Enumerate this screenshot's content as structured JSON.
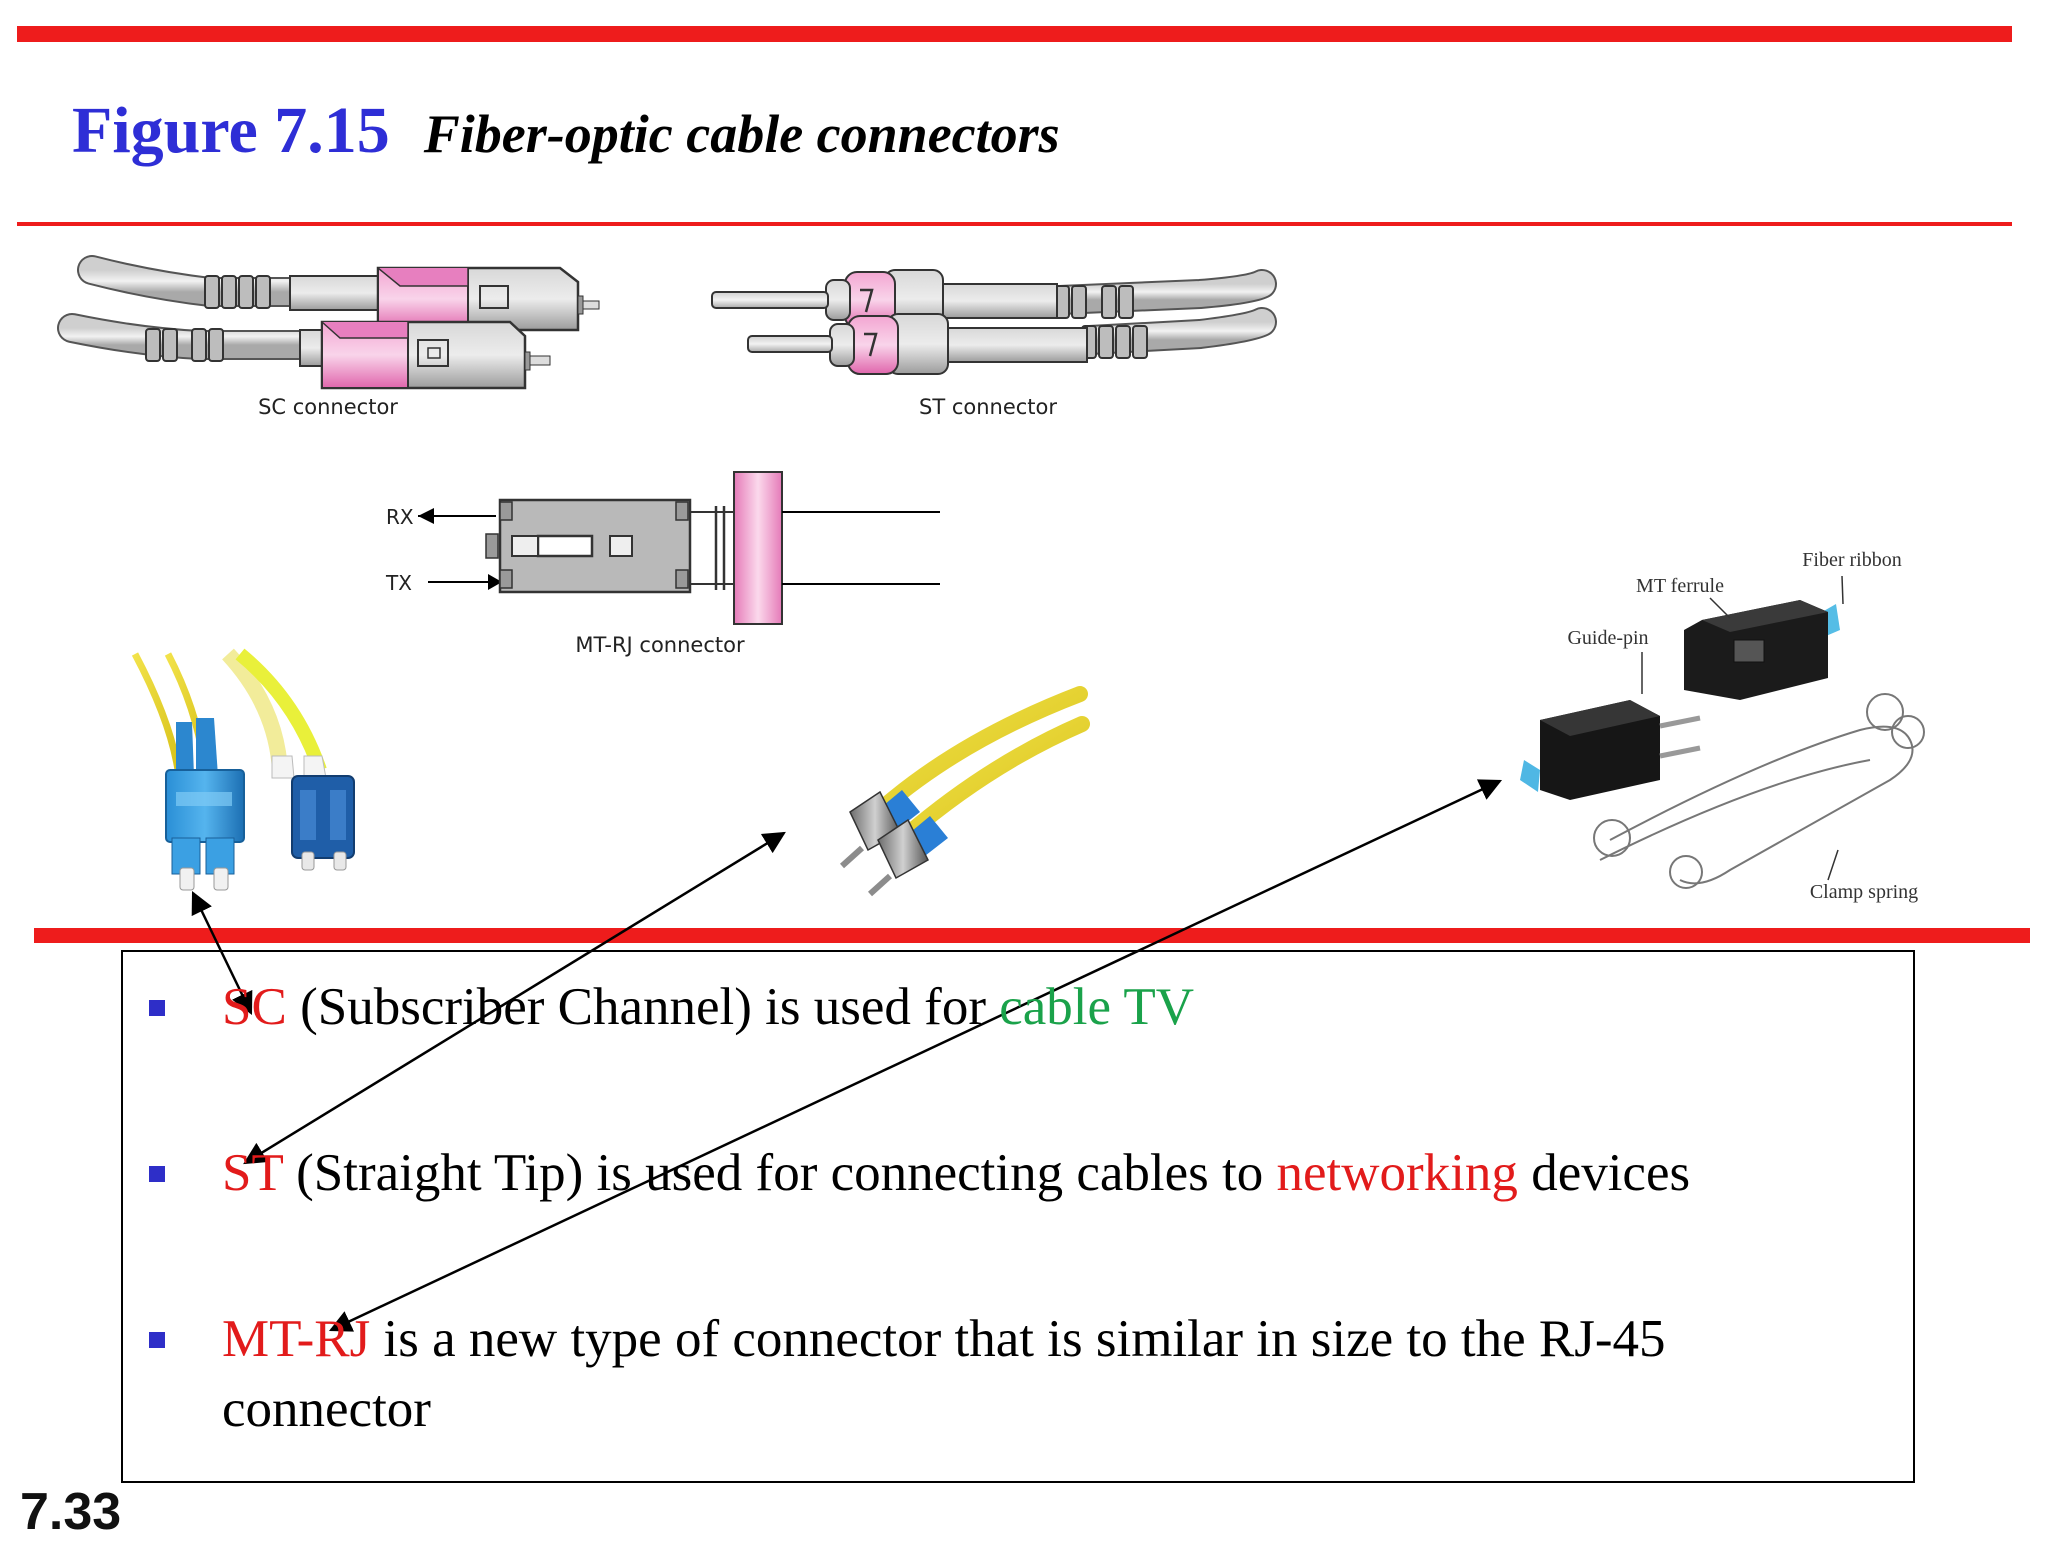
{
  "title": {
    "figure_number": "Figure 7.15",
    "caption": "Fiber-optic cable connectors"
  },
  "diagram": {
    "sc_label": "SC connector",
    "st_label": "ST connector",
    "mtrj_label": "MT-RJ connector",
    "rx_label": "RX",
    "tx_label": "TX"
  },
  "mt_photo": {
    "fiber_ribbon": "Fiber ribbon",
    "mt_ferrule": "MT ferrule",
    "guide_pin": "Guide-pin",
    "clamp_spring": "Clamp spring"
  },
  "bullets": {
    "sc": {
      "term": "SC",
      "text": " (Subscriber Channel) is used for ",
      "highlight": "cable TV"
    },
    "st": {
      "term": "ST",
      "text": " (Straight Tip) is used for connecting cables to ",
      "highlight": "networking",
      "tail": " devices"
    },
    "mtrj": {
      "term": "MT-RJ",
      "text": " is a new type of connector that is similar in size to the RJ-45",
      "line2": "connector"
    }
  },
  "slide_number": "7.33",
  "colors": {
    "accent_red": "#ee1c1c",
    "title_blue": "#2e2ed6",
    "highlight_green": "#1aa24a",
    "connector_pink": "#ef7fc0"
  }
}
